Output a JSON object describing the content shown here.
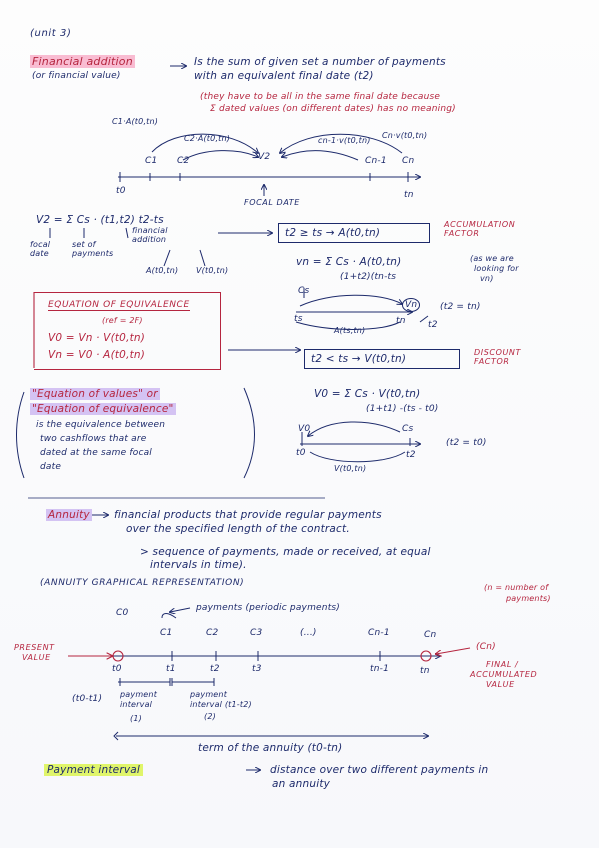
{
  "unit": "(unit 3)",
  "s1": {
    "title": "Financial addition",
    "title_sub": "(or financial value)",
    "def_1": "Is the sum of given set a number of payments",
    "def_2": "with an equivalent final date (t2)",
    "note_1": "(they have to be all in the same final date because",
    "note_2": "Σ dated values (on different dates) has no meaning)",
    "lab_c1A": "C1·A(t0,tn)",
    "lab_c2A": "C2·A(t0,tn)",
    "lab_cn1v": "cn-1·v(t0,tn)",
    "lab_cnv": "Cn·v(t0,tn)",
    "c1": "C1",
    "c2": "C2",
    "v2": "V2",
    "cn1": "Cn-1",
    "cn": "Cn",
    "t0": "t0",
    "tn": "tn",
    "focal": "FOCAL DATE"
  },
  "s2": {
    "formula": "V2 = Σ Cs · (t1,t2) t2-ts",
    "ann_focal": "focal date",
    "ann_set": "set of payments",
    "ann_fin": "financial addition",
    "ann_A": "A(t0,tn)",
    "ann_v": "V(t0,tn)",
    "box1": "t2 ≥ ts → A(t0,tn)",
    "accum": "ACCUMULATION FACTOR",
    "vn_num": "vn = Σ Cs · A(t0,tn)",
    "vn_den": "(1+t2)(tn-ts",
    "vn_side_1": "(as we are",
    "vn_side_2": "looking for",
    "vn_side_3": "vn)"
  },
  "s3": {
    "box_title": "EQUATION OF EQUIVALENCE",
    "box_ref": "(ref = 2F)",
    "eq1": "V0 = Vn · V(t0,tn)",
    "eq2": "Vn = V0 · A(t0,tn)",
    "cs": "Cs",
    "vn": "Vn",
    "ts": "ts",
    "tn": "tn",
    "t2": "t2",
    "A": "A(ts,tn)",
    "cond": "(t2 = tn)",
    "box2": "t2 < ts → V(t0,tn)",
    "disc": "DISCOUNT FACTOR"
  },
  "s4": {
    "b1": "\"Equation of values\" or",
    "b2": "\"Equation of equivalence\"",
    "b3": "is the equivalence between",
    "b4": "two cashflows that are",
    "b5": "dated at the same focal",
    "b6": "date",
    "v0_num": "V0 = Σ Cs · V(t0,tn)",
    "v0_den": "(1+t1) -(ts - t0)",
    "v0": "V0",
    "cs": "Cs",
    "t0": "t0",
    "t2": "t2",
    "v": "V(t0,tn)",
    "cond": "(t2 = t0)"
  },
  "s5": {
    "title": "Annuity",
    "def_1": "financial products that provide regular payments",
    "def_2": "over the specified length of the contract.",
    "def_3": "> sequence of payments, made or received, at equal",
    "def_4": "intervals in time).",
    "graph_title": "(ANNUITY GRAPHICAL REPRESENTATION)",
    "n_note_1": "(n = number of",
    "n_note_2": "payments)",
    "c0": "C0",
    "payments": "payments (periodic payments)",
    "c1": "C1",
    "c2": "C2",
    "c3": "C3",
    "dots": "(...)",
    "cn1": "Cn-1",
    "cn": "Cn",
    "present_1": "PRESENT",
    "present_2": "VALUE",
    "cn_paren": "(Cn)",
    "final_1": "FINAL /",
    "final_2": "ACCUMULATED",
    "final_3": "VALUE",
    "t0": "t0",
    "t1": "t1",
    "t2": "t2",
    "t3": "t3",
    "tn1": "tn-1",
    "tn": "tn",
    "int1_a": "(t0-t1)",
    "int1_b": "payment",
    "int1_c": "interval",
    "int1_d": "(1)",
    "int2_b": "payment",
    "int2_c": "interval (t1-t2)",
    "int2_d": "(2)",
    "term": "term of the annuity (t0-tn)",
    "pi_label": "Payment interval",
    "pi_def_1": "distance over two different payments in",
    "pi_def_2": "an annuity"
  }
}
